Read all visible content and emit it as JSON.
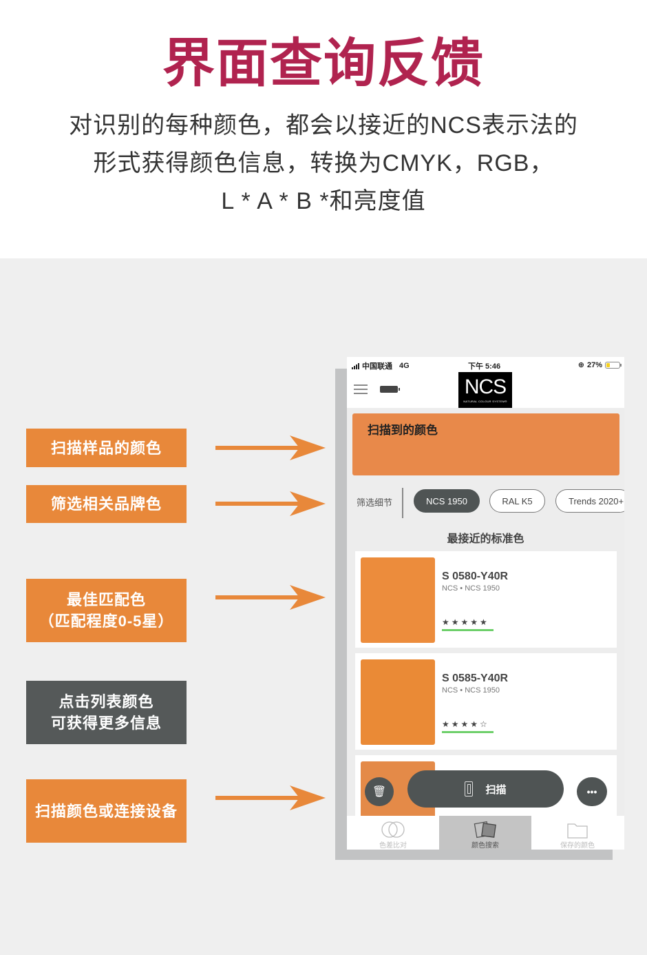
{
  "hero": {
    "title": "界面查询反馈",
    "description_lines": [
      "对识别的每种颜色，都会以接近的NCS表示法的",
      "形式获得颜色信息，转换为CMYK，RGB，",
      "L * A * B *和亮度值"
    ],
    "title_color": "#b0234f"
  },
  "annotations": [
    {
      "label": "扫描样品的颜色",
      "style": "orange",
      "has_arrow": true
    },
    {
      "label": "筛选相关品牌色",
      "style": "orange",
      "has_arrow": true
    },
    {
      "label": "最佳匹配色",
      "label2": "（匹配程度0-5星）",
      "style": "orange",
      "has_arrow": true
    },
    {
      "label": "点击列表颜色",
      "label2": "可获得更多信息",
      "style": "dark",
      "has_arrow": false
    },
    {
      "label": "扫描颜色或连接设备",
      "style": "orange",
      "has_arrow": true
    }
  ],
  "colors": {
    "accent_orange": "#e8883a",
    "dark_gray": "#555959",
    "match_green": "#6dcf6a"
  },
  "phone": {
    "statusbar": {
      "carrier": "中国联通",
      "network": "4G",
      "time": "下午 5:46",
      "battery": "27%"
    },
    "logo": {
      "text": "NCS",
      "subtitle": "NATURAL COLOUR SYSTEM®"
    },
    "scanned": {
      "title": "扫描到的颜色",
      "color": "#e8894a"
    },
    "filter": {
      "label": "筛选细节",
      "chips": [
        {
          "label": "NCS 1950",
          "active": true
        },
        {
          "label": "RAL K5",
          "active": false
        },
        {
          "label": "Trends 2020+",
          "active": false
        }
      ]
    },
    "section_title": "最接近的标准色",
    "results": [
      {
        "code": "S 0580-Y40R",
        "sub": "NCS • NCS 1950",
        "stars": "★★★★★",
        "rating": 5,
        "color": "#ee8e3e"
      },
      {
        "code": "S 0585-Y40R",
        "sub": "NCS • NCS 1950",
        "stars": "★★★★☆",
        "rating": 4,
        "color": "#ec8a38"
      }
    ],
    "actions": {
      "trash_icon": "🗑",
      "scan_label": "扫描",
      "more_icon": "•••"
    },
    "tabs": [
      {
        "label": "色差比对",
        "icon": "compare-icon",
        "active": false
      },
      {
        "label": "颜色搜索",
        "icon": "color-search-icon",
        "active": true
      },
      {
        "label": "保存的颜色",
        "icon": "folder-icon",
        "active": false
      }
    ]
  }
}
